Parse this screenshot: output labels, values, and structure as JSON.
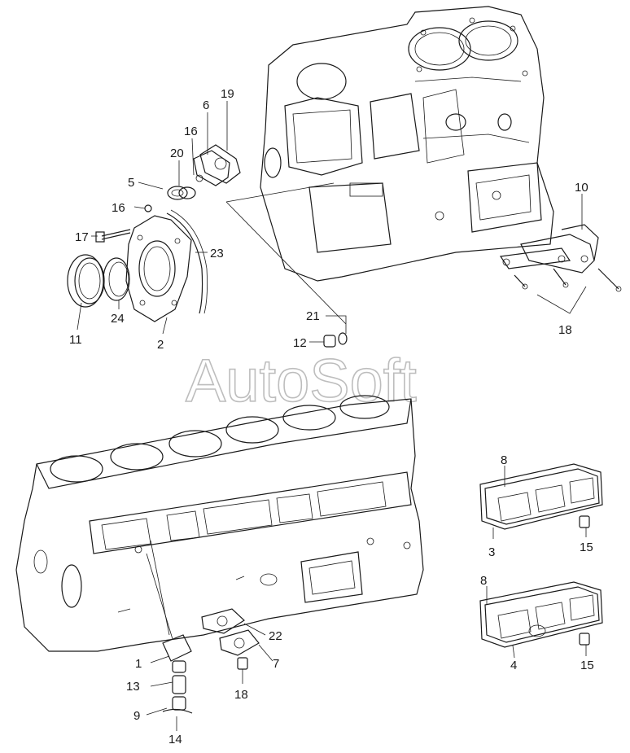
{
  "watermark": "AutoSoft",
  "colors": {
    "ink": "#1a1a1a",
    "watermark": "#bdbdbd",
    "paper": "#ffffff"
  },
  "callouts": {
    "c19": "19",
    "c6": "6",
    "c16a": "16",
    "c20": "20",
    "c5": "5",
    "c16b": "16",
    "c17": "17",
    "c23": "23",
    "c11": "11",
    "c24": "24",
    "c2": "2",
    "c21": "21",
    "c12": "12",
    "c10": "10",
    "c18a": "18",
    "c8a": "8",
    "c3": "3",
    "c15a": "15",
    "c8b": "8",
    "c4": "4",
    "c15b": "15",
    "c22": "22",
    "c7": "7",
    "c18b": "18",
    "c1": "1",
    "c13": "13",
    "c9": "9",
    "c14": "14"
  }
}
